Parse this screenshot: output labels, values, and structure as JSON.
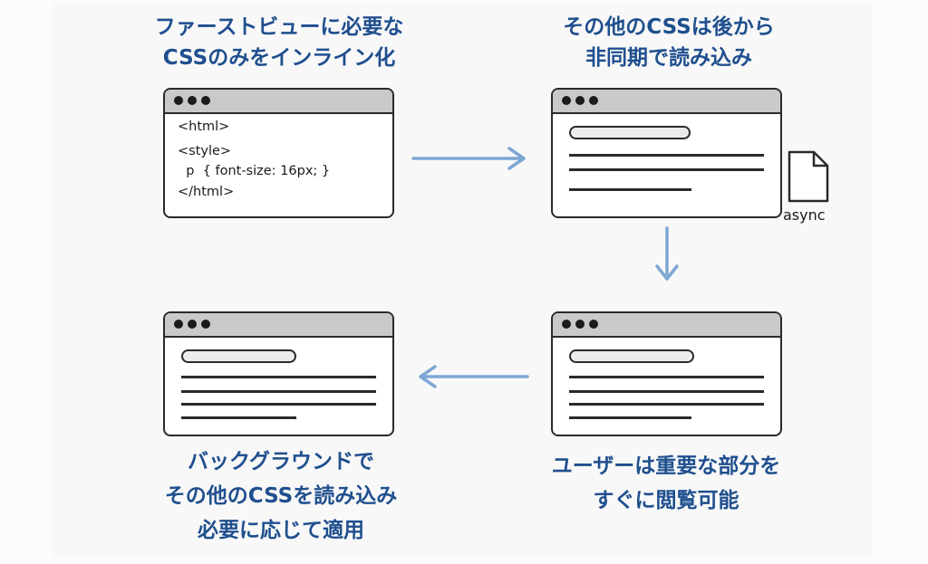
{
  "steps": [
    {
      "caption_lines": [
        "ファーストビューに必要な",
        "CSSのみをインライン化"
      ],
      "code_lines": [
        "<html>",
        "<style>",
        "  p  { font-size: 16px; }",
        "</html>"
      ]
    },
    {
      "caption_lines": [
        "その他のCSSは後から",
        "非同期で読み込み"
      ],
      "file_label": "async"
    },
    {
      "caption_lines": [
        "ユーザーは重要な部分を",
        "すぐに閲覧可能"
      ]
    },
    {
      "caption_lines": [
        "バックグラウンドで",
        "その他のCSSを読み込み",
        "必要に応じて適用"
      ]
    }
  ],
  "icons": {
    "window_dots": "traffic-dots-icon",
    "file": "file-icon",
    "arrow": "arrow-icon"
  },
  "colors": {
    "heading": "#1f4f8e",
    "arrow": "#7ea7d4",
    "window_bar": "#c9c9c9",
    "outline": "#2a2a2a"
  }
}
